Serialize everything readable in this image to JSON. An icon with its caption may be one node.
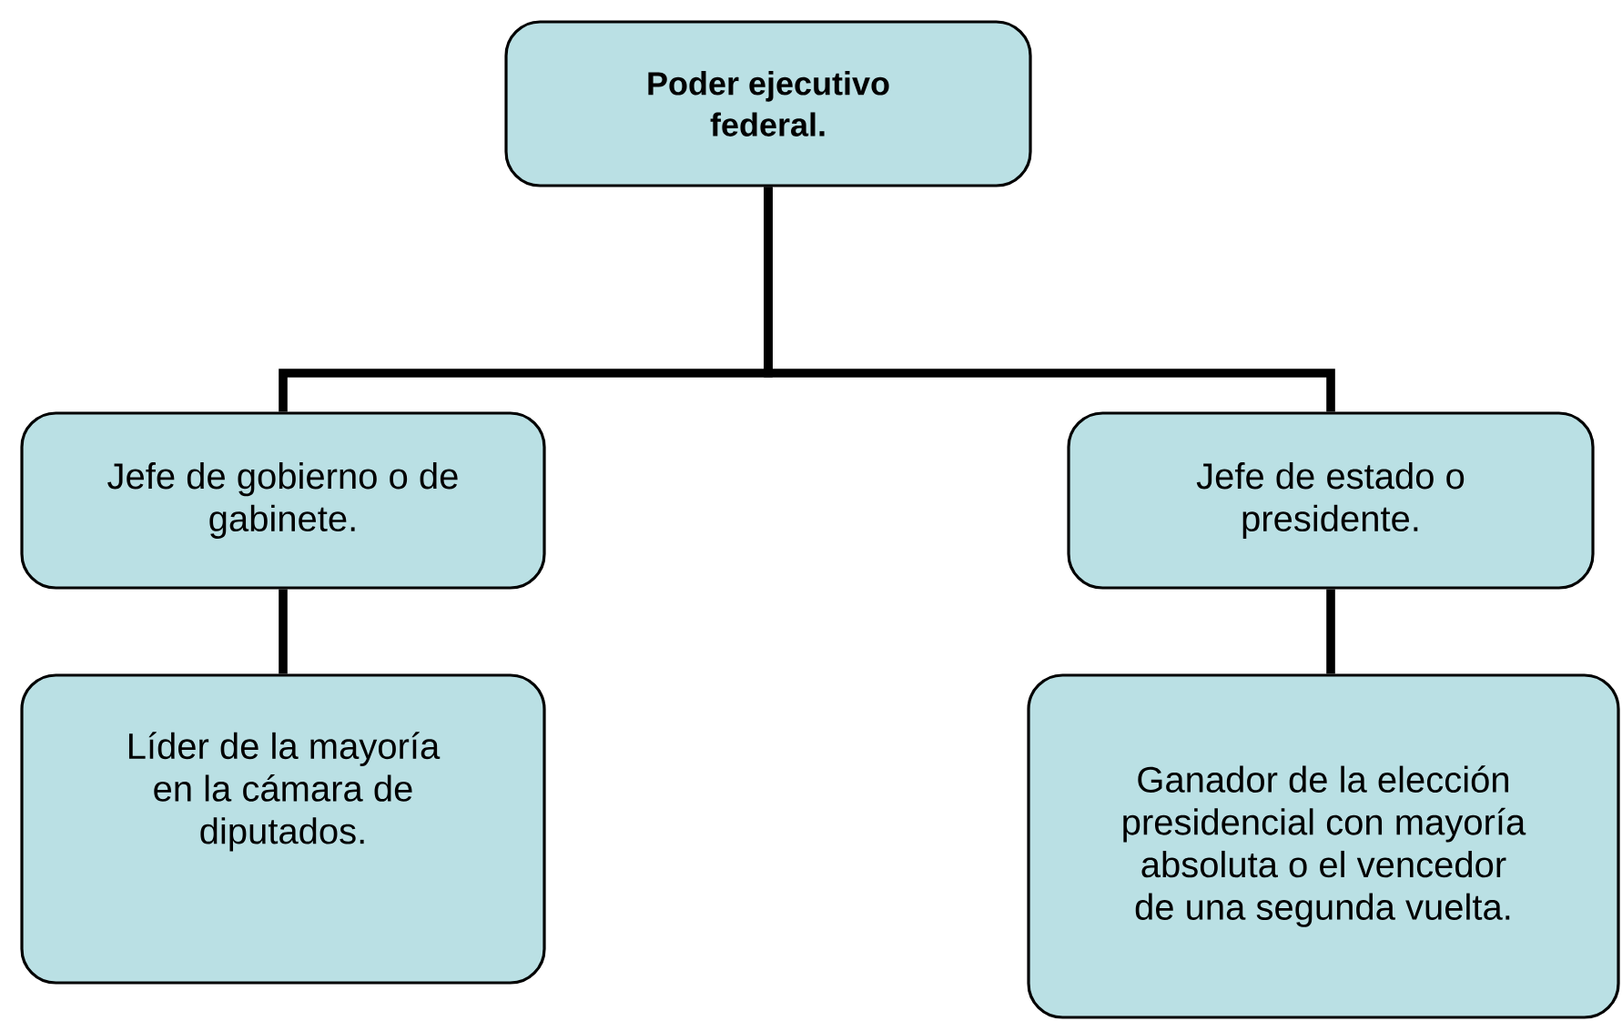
{
  "diagram": {
    "nodes": [
      {
        "text": [
          "Poder ejecutivo federal."
        ]
      },
      {
        "text": [
          "Jefe de gobierno o de gabinete."
        ]
      },
      {
        "text": [
          "Jefe de estado o presidente."
        ]
      },
      {
        "text": [
          "Líder de la mayoría en la cámara de diputados."
        ]
      },
      {
        "text": [
          "Ganador de la elección presidencial con mayoría absoluta o el vencedor de una segunda vuelta."
        ]
      }
    ],
    "edges": [
      {
        "from": 0,
        "to": 1,
        "arrow": "none"
      },
      {
        "from": 0,
        "to": 2,
        "arrow": "none"
      },
      {
        "from": 1,
        "to": 3,
        "arrow": "none"
      },
      {
        "from": 2,
        "to": 4,
        "arrow": "none"
      }
    ]
  }
}
